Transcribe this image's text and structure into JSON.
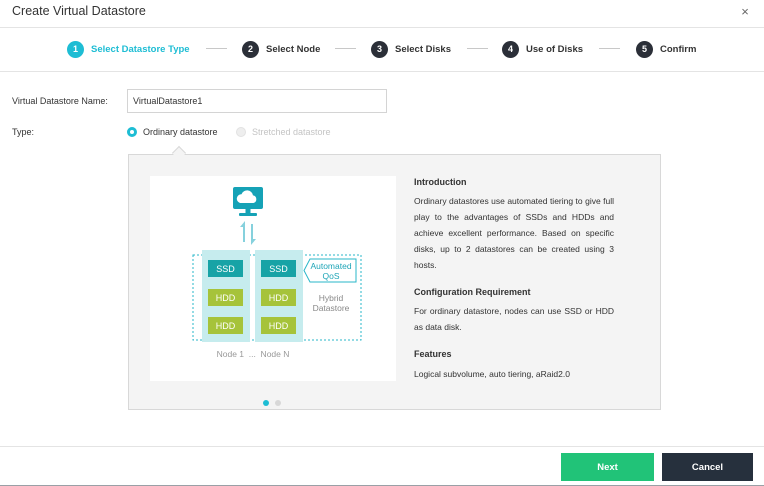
{
  "dialog": {
    "title": "Create Virtual Datastore",
    "close_glyph": "×"
  },
  "steps": [
    {
      "num": "1",
      "label": "Select Datastore Type",
      "active": true
    },
    {
      "num": "2",
      "label": "Select Node"
    },
    {
      "num": "3",
      "label": "Select Disks"
    },
    {
      "num": "4",
      "label": "Use of Disks"
    },
    {
      "num": "5",
      "label": "Confirm"
    }
  ],
  "form": {
    "name_label": "Virtual Datastore Name:",
    "name_value": "VirtualDatastore1",
    "type_label": "Type:",
    "type_options": [
      {
        "label": "Ordinary datastore",
        "checked": true
      },
      {
        "label": "Stretched datastore",
        "disabled": true
      }
    ]
  },
  "diagram": {
    "ssd": "SSD",
    "hdd": "HDD",
    "qos_line1": "Automated",
    "qos_line2": "QoS",
    "hybrid_line1": "Hybrid",
    "hybrid_line2": "Datastore",
    "node_caption": "Node 1  ...  Node N"
  },
  "intro": {
    "heading": "Introduction",
    "body": "Ordinary datastores use automated tiering to give full play to the advantages of SSDs and HDDs and achieve excellent performance. Based on specific disks, up to 2 datastores can be created using 3 hosts.",
    "config_heading": "Configuration Requirement",
    "config_body": "For ordinary datastore, nodes can use SSD or HDD as data disk.",
    "features_heading": "Features",
    "features_body": "Logical subvolume, auto tiering, aRaid2.0"
  },
  "carousel": {
    "page": 1,
    "total": 2
  },
  "buttons": {
    "next": "Next",
    "cancel": "Cancel"
  },
  "colors": {
    "accent": "#1ebdd4",
    "next_button": "#21c378",
    "cancel_button": "#26303d",
    "ssd_block": "#17a3a6",
    "hdd_block": "#a6c33a",
    "node_column": "#c6ecee"
  },
  "icons": [
    "close-icon",
    "cloud-monitor-icon",
    "bidirectional-arrow-icon"
  ]
}
